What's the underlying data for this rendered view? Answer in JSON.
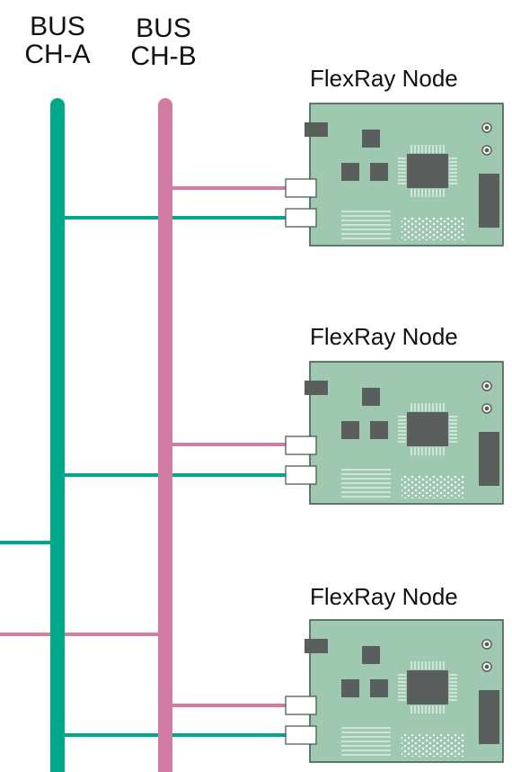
{
  "buses": [
    {
      "line1": "BUS",
      "line2": "CH-A",
      "color": "#00A88A"
    },
    {
      "line1": "BUS",
      "line2": "CH-B",
      "color": "#D27BA3"
    }
  ],
  "nodes": [
    {
      "title": "FlexRay Node"
    },
    {
      "title": "FlexRay Node"
    },
    {
      "title": "FlexRay Node"
    }
  ],
  "colors": {
    "board": "#9EC9B0",
    "board_edge": "#3C5648",
    "chip": "#5A5E5C",
    "connector": "#FFFFFF"
  }
}
